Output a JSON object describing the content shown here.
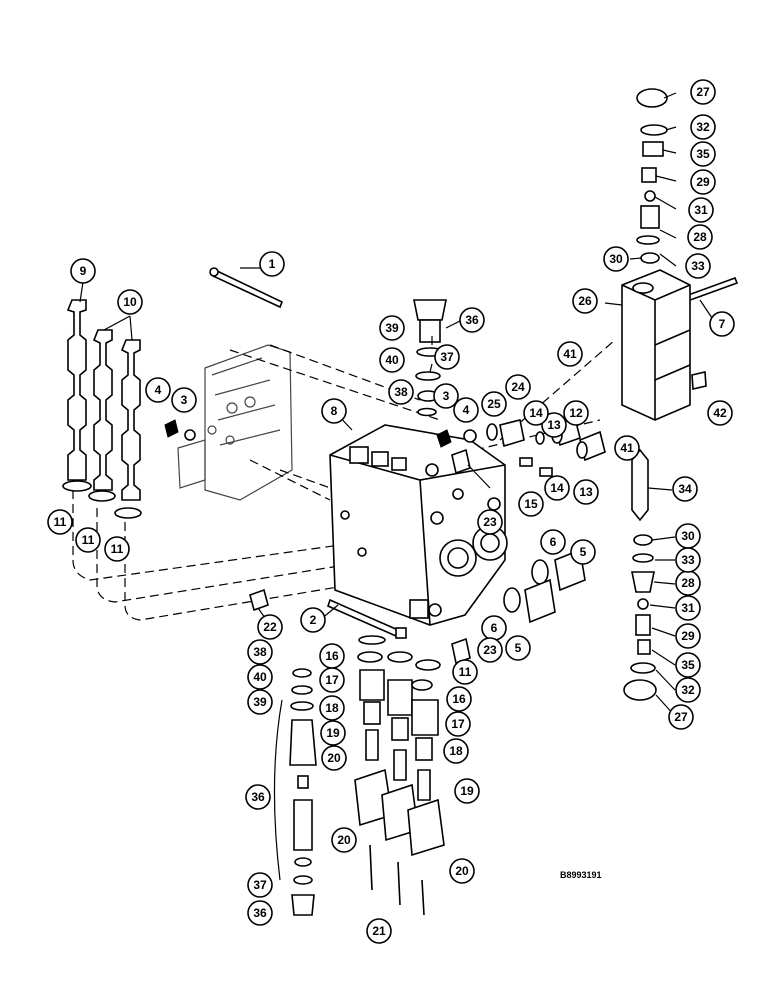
{
  "diagram": {
    "image_code": "B8993191",
    "callouts": [
      {
        "id": "c1",
        "label": "1"
      },
      {
        "id": "c2",
        "label": "2"
      },
      {
        "id": "c3a",
        "label": "3"
      },
      {
        "id": "c3b",
        "label": "3"
      },
      {
        "id": "c4a",
        "label": "4"
      },
      {
        "id": "c4b",
        "label": "4"
      },
      {
        "id": "c5a",
        "label": "5"
      },
      {
        "id": "c5b",
        "label": "5"
      },
      {
        "id": "c6a",
        "label": "6"
      },
      {
        "id": "c6b",
        "label": "6"
      },
      {
        "id": "c7",
        "label": "7"
      },
      {
        "id": "c8",
        "label": "8"
      },
      {
        "id": "c9",
        "label": "9"
      },
      {
        "id": "c10",
        "label": "10"
      },
      {
        "id": "c11a",
        "label": "11"
      },
      {
        "id": "c11b",
        "label": "11"
      },
      {
        "id": "c11c",
        "label": "11"
      },
      {
        "id": "c11d",
        "label": "11"
      },
      {
        "id": "c12",
        "label": "12"
      },
      {
        "id": "c13a",
        "label": "13"
      },
      {
        "id": "c13b",
        "label": "13"
      },
      {
        "id": "c14a",
        "label": "14"
      },
      {
        "id": "c14b",
        "label": "14"
      },
      {
        "id": "c15",
        "label": "15"
      },
      {
        "id": "c16a",
        "label": "16"
      },
      {
        "id": "c16b",
        "label": "16"
      },
      {
        "id": "c17a",
        "label": "17"
      },
      {
        "id": "c17b",
        "label": "17"
      },
      {
        "id": "c18a",
        "label": "18"
      },
      {
        "id": "c18b",
        "label": "18"
      },
      {
        "id": "c19a",
        "label": "19"
      },
      {
        "id": "c19b",
        "label": "19"
      },
      {
        "id": "c20a",
        "label": "20"
      },
      {
        "id": "c20b",
        "label": "20"
      },
      {
        "id": "c20c",
        "label": "20"
      },
      {
        "id": "c21",
        "label": "21"
      },
      {
        "id": "c22",
        "label": "22"
      },
      {
        "id": "c23a",
        "label": "23"
      },
      {
        "id": "c23b",
        "label": "23"
      },
      {
        "id": "c24",
        "label": "24"
      },
      {
        "id": "c25",
        "label": "25"
      },
      {
        "id": "c26",
        "label": "26"
      },
      {
        "id": "c27a",
        "label": "27"
      },
      {
        "id": "c27b",
        "label": "27"
      },
      {
        "id": "c28a",
        "label": "28"
      },
      {
        "id": "c28b",
        "label": "28"
      },
      {
        "id": "c29a",
        "label": "29"
      },
      {
        "id": "c29b",
        "label": "29"
      },
      {
        "id": "c30a",
        "label": "30"
      },
      {
        "id": "c30b",
        "label": "30"
      },
      {
        "id": "c31a",
        "label": "31"
      },
      {
        "id": "c31b",
        "label": "31"
      },
      {
        "id": "c32a",
        "label": "32"
      },
      {
        "id": "c32b",
        "label": "32"
      },
      {
        "id": "c33a",
        "label": "33"
      },
      {
        "id": "c33b",
        "label": "33"
      },
      {
        "id": "c34",
        "label": "34"
      },
      {
        "id": "c35a",
        "label": "35"
      },
      {
        "id": "c35b",
        "label": "35"
      },
      {
        "id": "c36a",
        "label": "36"
      },
      {
        "id": "c36b",
        "label": "36"
      },
      {
        "id": "c36c",
        "label": "36"
      },
      {
        "id": "c37a",
        "label": "37"
      },
      {
        "id": "c37b",
        "label": "37"
      },
      {
        "id": "c38a",
        "label": "38"
      },
      {
        "id": "c38b",
        "label": "38"
      },
      {
        "id": "c39a",
        "label": "39"
      },
      {
        "id": "c39b",
        "label": "39"
      },
      {
        "id": "c40a",
        "label": "40"
      },
      {
        "id": "c40b",
        "label": "40"
      },
      {
        "id": "c41a",
        "label": "41"
      },
      {
        "id": "c41b",
        "label": "41"
      },
      {
        "id": "c42",
        "label": "42"
      }
    ]
  }
}
